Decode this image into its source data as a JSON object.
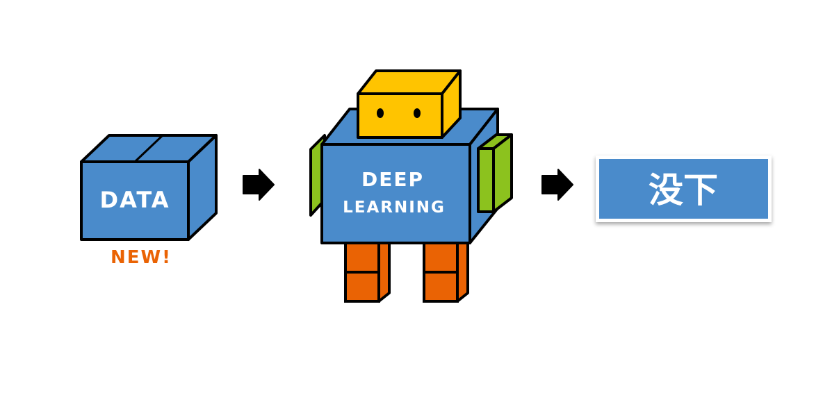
{
  "data_box": {
    "label": "DATA",
    "badge": "NEW!"
  },
  "robot": {
    "label_line1": "DEEP",
    "label_line2": "LEARNING"
  },
  "result": {
    "label": "没下"
  },
  "colors": {
    "box_blue": "#4a8bcb",
    "head_yellow": "#ffc400",
    "arm_green": "#8cc21e",
    "leg_orange": "#ea6304",
    "badge_orange": "#ea6304",
    "outline": "#000000",
    "text_white": "#ffffff"
  },
  "icons": [
    "arrow-right-icon",
    "arrow-right-icon"
  ]
}
